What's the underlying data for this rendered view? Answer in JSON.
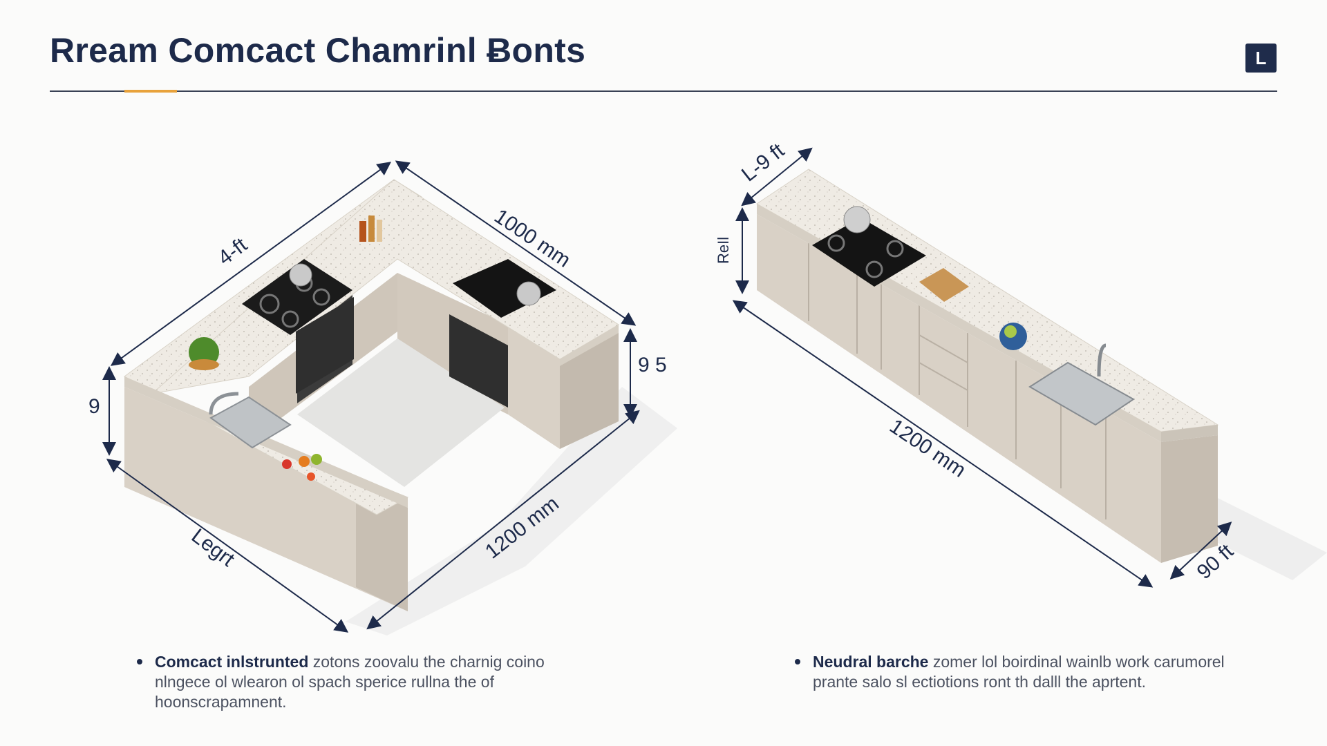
{
  "header": {
    "title": "Rream Comcact Chamrinl Ƀonts",
    "logo_glyph": "L"
  },
  "diagrams": {
    "u_kitchen": {
      "dims": {
        "top_left": "4-ft",
        "top_right": "1000 mm",
        "left_height": "9",
        "right_height": "9 5",
        "bottom_left": "Legrt",
        "bottom_right": "1200 mm"
      }
    },
    "linear_kitchen": {
      "dims": {
        "top": "L-9 ft",
        "height": "ReIl",
        "length": "1200 mm",
        "depth": "90 ft"
      }
    }
  },
  "bullets": [
    {
      "lead": "Comcact inlstrunted",
      "rest": " zotons zoovalu the charnig coino nlngece ol wlearon ol spach sperice rullna the of hoonscrapamnent."
    },
    {
      "lead": "Neudral barche",
      "rest": " zomer lol boirdinal wainlb work carumorel prante salo sl ectiotions ront th dalll the aprtent."
    }
  ],
  "colors": {
    "navy": "#1d2a4a",
    "accent": "#e8a23b",
    "cabinet": "#d9d1c6",
    "counter": "#efebe4"
  }
}
